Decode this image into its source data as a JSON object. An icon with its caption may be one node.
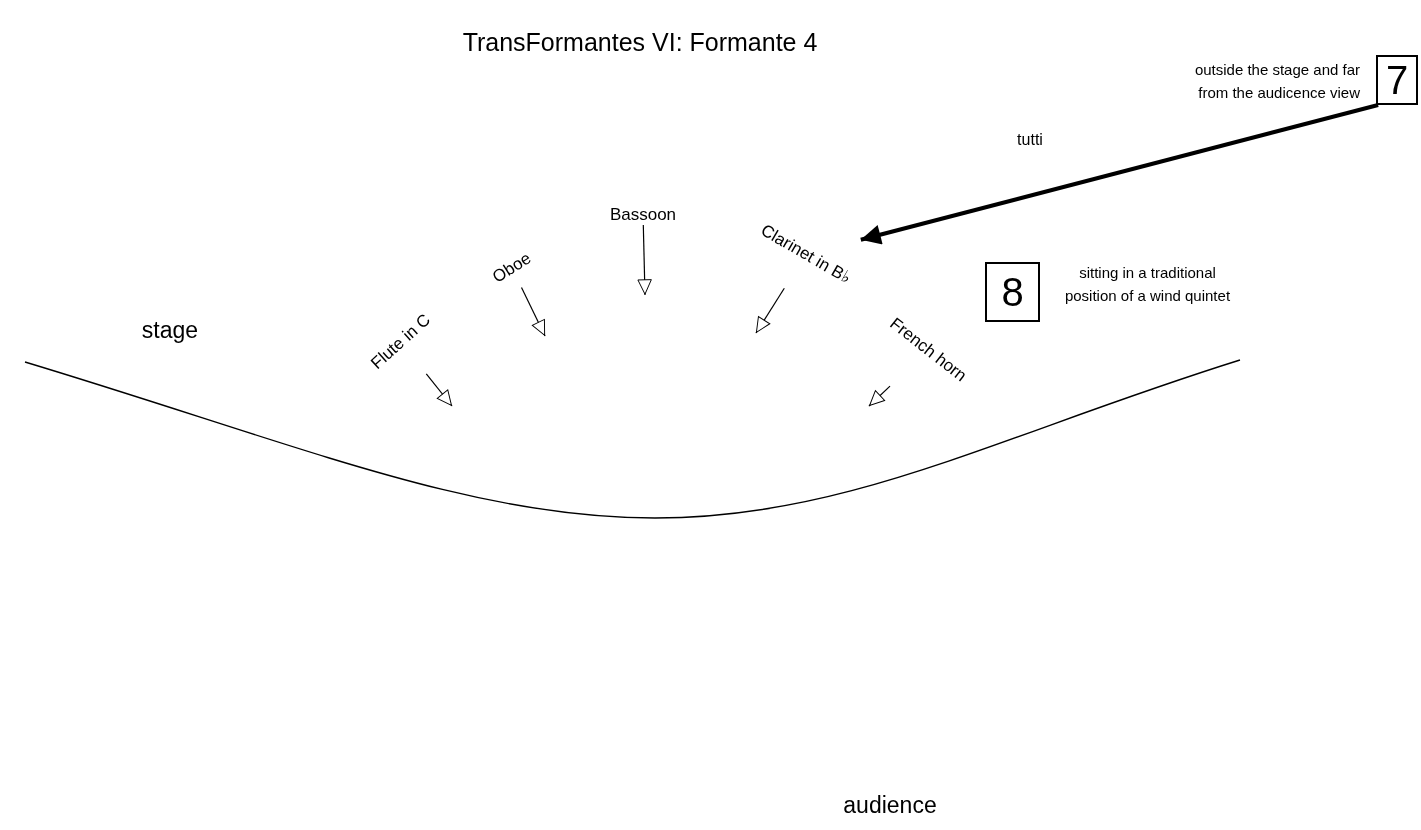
{
  "diagram": {
    "title": "TransFormantes VI: Formante 4",
    "nodes": [
      {
        "text": [
          "7"
        ],
        "beside": [
          "outside the stage and far from the audicence view"
        ]
      },
      {
        "text": [
          "Bassoon"
        ]
      },
      {
        "text": [
          "Oboe"
        ]
      },
      {
        "text": [
          "Clarinet in B♭"
        ]
      },
      {
        "text": [
          "8"
        ],
        "beside": [
          "sitting in a traditional position of a wind quintet"
        ]
      },
      {
        "text": [
          "Flute in C"
        ]
      },
      {
        "text": [
          "French horn"
        ]
      }
    ],
    "edges": [
      {
        "from": 0,
        "to": 3,
        "arrow": "to",
        "style": "thick"
      },
      {
        "from": 1,
        "to": null,
        "arrow": "to"
      },
      {
        "from": 2,
        "to": null,
        "arrow": "to"
      },
      {
        "from": 3,
        "to": null,
        "arrow": "to"
      },
      {
        "from": 5,
        "to": null,
        "arrow": "to"
      },
      {
        "from": 6,
        "to": null,
        "arrow": "to"
      }
    ],
    "labels": [
      "tutti",
      "stage",
      "audience"
    ]
  }
}
